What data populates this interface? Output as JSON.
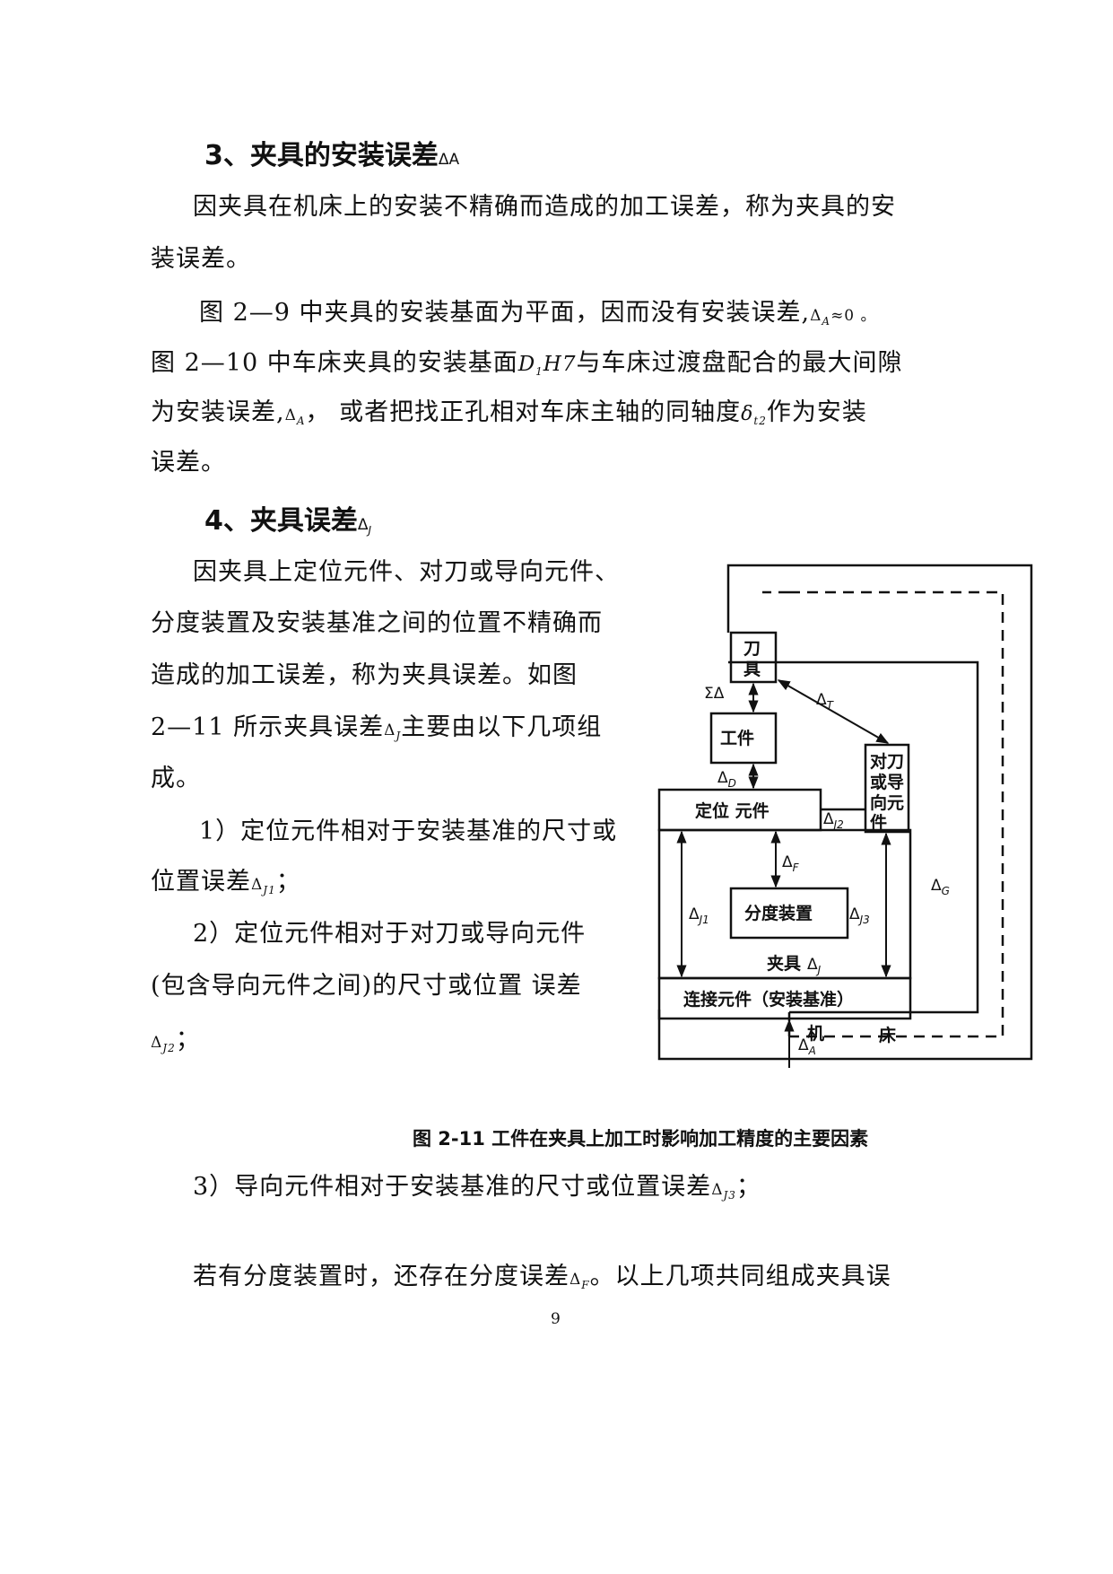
{
  "section3": {
    "title": "3、夹具的安装误差",
    "title_symbol": "ΔA",
    "p1_line1": "因夹具在机床上的安装不精确而造成的加工误差，称为夹具的安",
    "p1_line2": "装误差。",
    "p2_line1": "图 2—9 中夹具的安装基面为平面，因而没有安装误差,",
    "p2_delta": "Δ",
    "p2_sub": "A",
    "p2_end": "≈0 。",
    "p3_line1_a": "图 2—10 中车床夹具的安装基面",
    "p3_D": "D",
    "p3_D_sub": "1",
    "p3_H7": "H7",
    "p3_line1_b": "与车床过渡盘配合的最大间隙",
    "p3_line2_a": "为安装误差,",
    "p3_line2_delta": "Δ",
    "p3_line2_sub": "A",
    "p3_line2_b": "，   或者把找正孔相对车床主轴的同轴度",
    "p3_delta_small": "δ",
    "p3_delta_sub": "t2",
    "p3_line2_c": "作为安装",
    "p3_line3": "误差。"
  },
  "section4": {
    "title": "4、夹具误差",
    "title_symbol": "Δ",
    "title_sub": "J",
    "lines": [
      "因夹具上定位元件、对刀或导向元件、",
      "分度装置及安装基准之间的位置不精确而",
      "造成的加工误差，称为夹具误差。如图"
    ],
    "line4_a": "2—11 所示夹具误差",
    "line4_delta": "Δ",
    "line4_sub": "J",
    "line4_b": "主要由以下几项组",
    "line5": "成。",
    "item1_line1": "1）定位元件相对于安装基准的尺寸或",
    "item1_line2": "位置误差",
    "item1_delta": "Δ",
    "item1_sub": "J1",
    "item1_end": "；",
    "item2_line1": "2）定位元件相对于对刀或导向元件",
    "item2_line2": "(包含导向元件之间)的尺寸或位置  误差",
    "item2_delta": "Δ",
    "item2_sub": "J2",
    "item2_end": "；",
    "item3_a": "3）导向元件相对于安装基准的尺寸或位置误差",
    "item3_delta": "Δ",
    "item3_sub": "J3",
    "item3_end": "；",
    "last_a": "若有分度装置时，还存在分度误差",
    "last_delta": "Δ",
    "last_sub": "F",
    "last_b": "。以上几项共同组成夹具误"
  },
  "figure": {
    "caption": "图 2-11 工件在夹具上加工时影响加工精度的主要因素",
    "tool_l1": "刀",
    "tool_l2": "具",
    "sum_delta": "ΣΔ",
    "workpiece": "工件",
    "guide_l1": "对刀",
    "guide_l2": "或导",
    "guide_l3": "向元",
    "guide_l4": "件",
    "locating": "定位 元件",
    "indexing": "分度装置",
    "fixture": "夹具",
    "connecting": "连接元件（安装基准）",
    "machine_l": "机",
    "machine_r": "床",
    "labels": {
      "dT": "Δ",
      "dT_sub": "T",
      "dD": "Δ",
      "dD_sub": "D",
      "dJ2": "Δ",
      "dJ2_sub": "J2",
      "dF": "Δ",
      "dF_sub": "F",
      "dJ1": "Δ",
      "dJ1_sub": "J1",
      "dJ3": "Δ",
      "dJ3_sub": "J3",
      "dJ": "Δ",
      "dJ_sub": "J",
      "dG": "Δ",
      "dG_sub": "G",
      "dA": "Δ",
      "dA_sub": "A"
    }
  },
  "page_number": "9"
}
